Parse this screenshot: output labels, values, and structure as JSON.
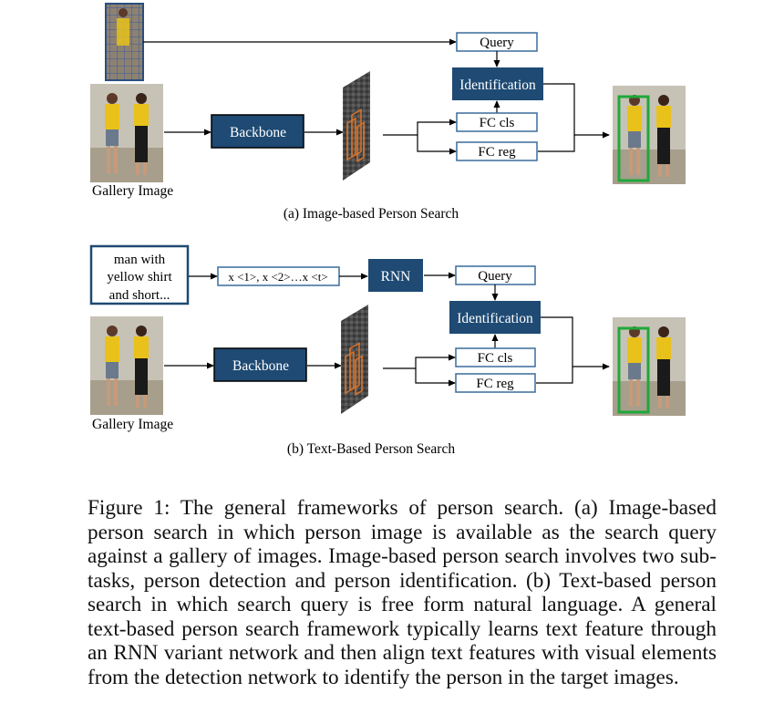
{
  "panel_a": {
    "query_label": "Query",
    "identification_label": "Identification",
    "fc_cls_label": "FC cls",
    "fc_reg_label": "FC reg",
    "backbone_label": "Backbone",
    "gallery_label": "Gallery Image",
    "subcaption": "(a) Image-based Person Search"
  },
  "panel_b": {
    "text_query_lines": [
      "man with",
      "yellow shirt",
      "and short..."
    ],
    "token_sequence": "x <1>, x <2>…x <t>",
    "rnn_label": "RNN",
    "query_label": "Query",
    "identification_label": "Identification",
    "fc_cls_label": "FC cls",
    "fc_reg_label": "FC reg",
    "backbone_label": "Backbone",
    "gallery_label": "Gallery Image",
    "subcaption": "(b) Text-Based Person Search"
  },
  "caption": "Figure 1: The general frameworks of person search. (a) Image-based person search in which person image is available as the search query against a gallery of images. Image-based person search involves two sub-tasks, person detection and person identification. (b) Text-based person search in which search query is free form natural language. A general text-based person search framework typically learns text feature through an RNN variant network and then align text features with visual elements from the detection network to identify the person in the target images.",
  "colors": {
    "dark_box": "#1e4a73",
    "light_box_border": "#3a6c9c",
    "detection_box": "#1fa83a",
    "feature_map_lines": "#d9742b"
  }
}
